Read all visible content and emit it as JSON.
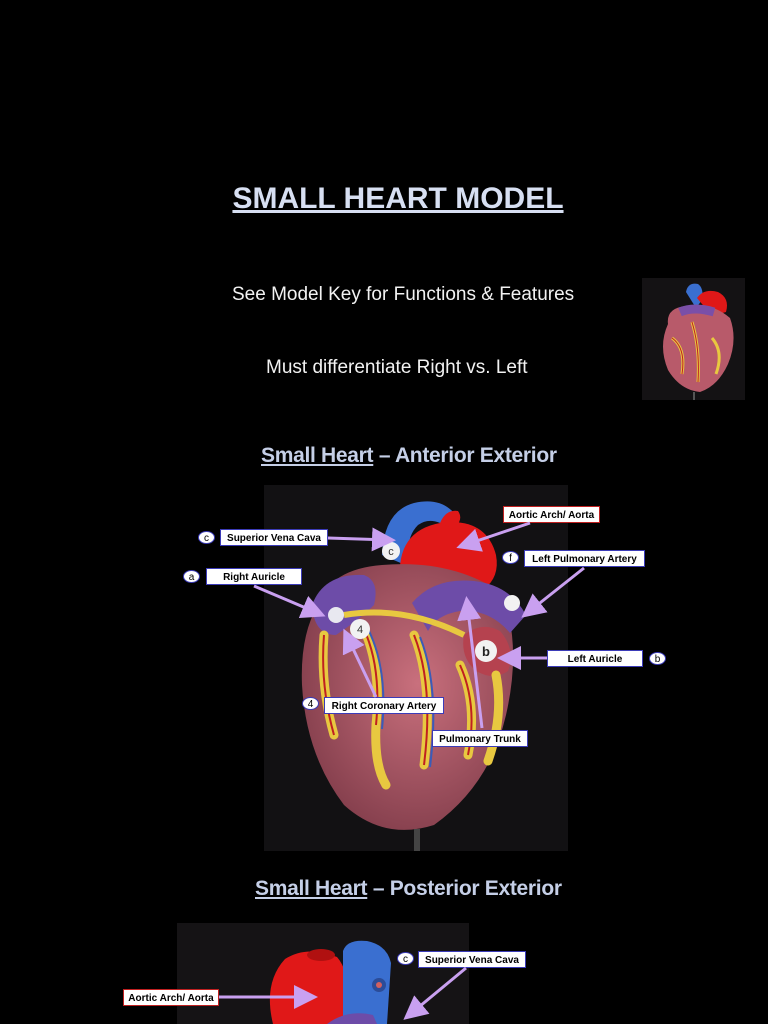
{
  "title": "SMALL HEART MODEL",
  "intro": {
    "line1": "See Model Key for Functions & Features",
    "line2": "Must differentiate Right vs. Left"
  },
  "sections": [
    {
      "link": "Small Heart",
      "rest": "– Anterior Exterior"
    },
    {
      "link": "Small Heart",
      "rest": "– Posterior Exterior"
    }
  ],
  "anterior": {
    "labels": {
      "svc": "Superior Vena Cava",
      "aorta": "Aortic Arch/ Aorta",
      "lpa": "Left Pulmonary Artery",
      "rauricle": "Right Auricle",
      "lauricle": "Left Auricle",
      "rca": "Right Coronary Artery",
      "ptrunk": "Pulmonary Trunk"
    },
    "badges": {
      "svc": "c",
      "lpa": "f",
      "rauricle": "a",
      "lauricle": "b",
      "rca": "4"
    }
  },
  "posterior": {
    "labels": {
      "svc": "Superior Vena Cava",
      "aorta": "Aortic Arch/ Aorta"
    },
    "badges": {
      "svc": "c"
    }
  },
  "colors": {
    "background": "#000000",
    "arrow": "#c9a0f0",
    "heading": "#c5cfe7",
    "aorta_red": "#e01818",
    "vein_blue": "#3a6fd0",
    "myocardium": "#b85a6a",
    "vessel_yellow": "#e8c840"
  }
}
